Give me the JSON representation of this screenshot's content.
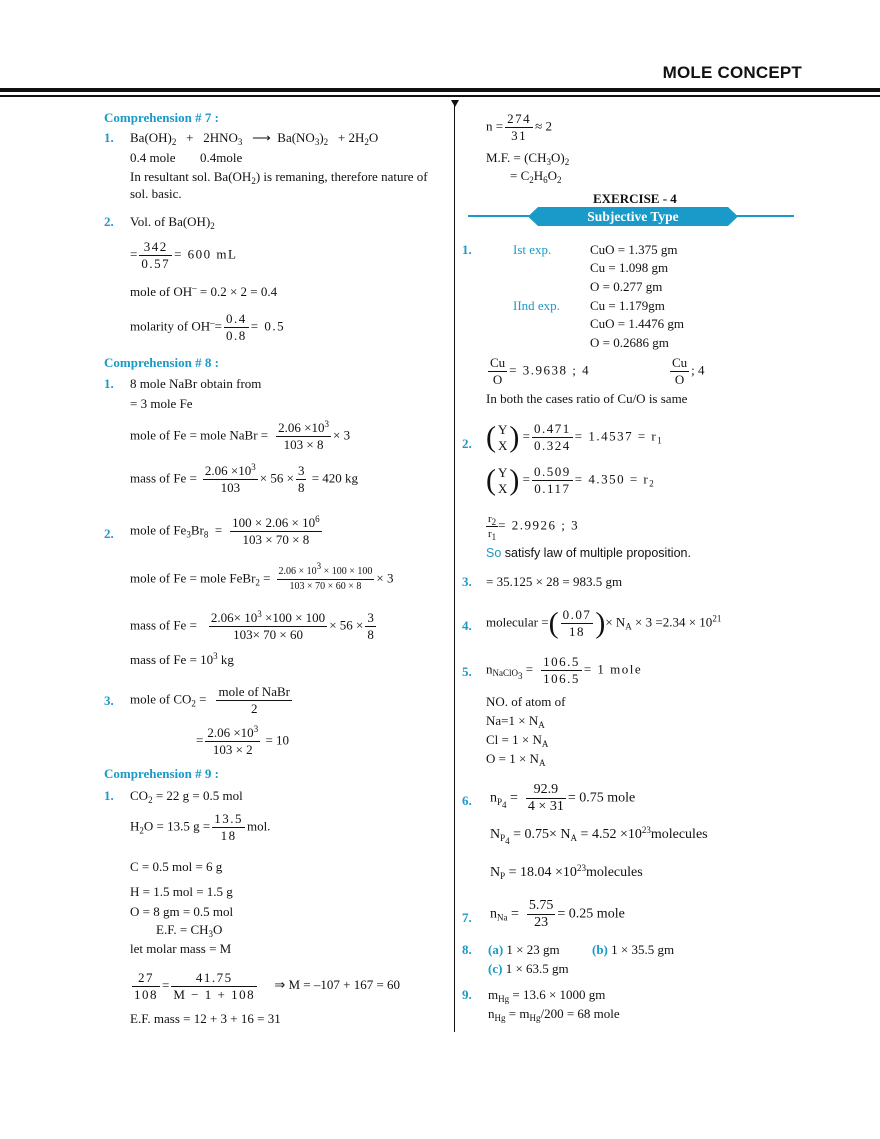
{
  "header": {
    "title": "MOLE CONCEPT"
  },
  "left": {
    "c7": {
      "heading": "Comprehension # 7 :",
      "q1": {
        "num": "1.",
        "molesA": "0.4 mole",
        "molesB": "0.4mole",
        "text1": "In resultant sol. Ba(OH",
        "text2": ") is remaning, therefore nature of",
        "text3": "sol.  basic."
      },
      "q2": {
        "num": "2.",
        "label": "Vol. of Ba(OH)",
        "n": "342",
        "d": "0.57",
        "res": "= 600 mL",
        "ohLine": "= 0.2 × 2 = 0.4",
        "molarity": "molarity of OH",
        "mn": "0.4",
        "md": "0.8",
        "mres": "= 0.5"
      }
    },
    "c8": {
      "heading": "Comprehension # 8 :",
      "q1": {
        "num": "1.",
        "l1": "8 mole NaBr  obtain from",
        "l2": "= 3 mole Fe",
        "feLabel": "mole of Fe = mole NaBr =",
        "massLabel": "mass of Fe =",
        "massRes": "= 420 kg"
      },
      "q2": {
        "num": "2.",
        "last": "mass of Fe = 10",
        "lastUnit": " kg"
      },
      "q3": {
        "num": "3.",
        "label": "mole of CO",
        "n": "mole of NaBr",
        "d": "2",
        "res": "= 10"
      }
    },
    "c9": {
      "heading": "Comprehension # 9 :",
      "q1": {
        "num": "1.",
        "co2": "= 22 g = 0.5 mol",
        "h2o": "= 13.5 g =",
        "n": "13.5",
        "d": "18",
        "unit": "mol.",
        "c": "C = 0.5 mol = 6 g",
        "h": "H = 1.5 mol = 1.5 g",
        "o": "O = 8 gm = 0.5 mol",
        "ef": "E.F. = CH",
        "let": "let molar mass = M",
        "fn1": "27",
        "fd1": "108",
        "fn2": "41.75",
        "fd2": "M − 1 + 108",
        "arrowRes": "⇒  M = –107 + 167 = 60",
        "efmass": "E.F. mass = 12 + 3 + 16 = 31"
      }
    }
  },
  "right": {
    "top": {
      "nLabel": "n =",
      "n": "274",
      "d": "31",
      "approx": "≈ 2",
      "mf": "M.F. = (CH",
      "mf2": "= C"
    },
    "exercise": {
      "title": "EXERCISE - 4",
      "banner": "Subjective Type"
    },
    "q1": {
      "num": "1.",
      "exp1": "Ist exp.",
      "exp2": "IInd exp.",
      "a1": "CuO = 1.375 gm",
      "a2": "Cu = 1.098 gm",
      "a3": "O = 0.277 gm",
      "b1": "Cu = 1.179gm",
      "b2": "CuO = 1.4476 gm",
      "b3": "O = 0.2686 gm",
      "cu": "Cu",
      "o": "O",
      "ratio1": "= 3.9638 ;  4",
      "ratio2": ";  4",
      "concl": "In both the cases ratio of Cu/O is same"
    },
    "q2": {
      "num": "2.",
      "n1": "0.471",
      "d1": "0.324",
      "res1": "= 1.4537 = r",
      "n2": "0.509",
      "d2": "0.117",
      "res2": "= 4.350 = r",
      "rres": "= 2.9926  ;  3",
      "so": "So",
      "concl": " satisfy law of multiple proposition."
    },
    "q3": {
      "num": "3.",
      "text": "= 35.125 × 28 = 983.5 gm"
    },
    "q4": {
      "num": "4.",
      "label": "molecular =",
      "n": "0.07",
      "d": "18",
      "res": "=2.34 × 10"
    },
    "q5": {
      "num": "5.",
      "n": "106.5",
      "d": "106.5",
      "res": "= 1 mole",
      "atoms": "NO. of atom of",
      "na": "Na=1 × N",
      "cl": "Cl = 1 × N",
      "o": "O = 1 × N"
    },
    "q6": {
      "num": "6.",
      "n": "92.9",
      "d": "4 × 31",
      "res": "= 0.75 mole",
      "l2": "= 0.75× N",
      "l2b": "= 4.52 ×10",
      "mol": "molecules",
      "l3": "= 18.04 ×10"
    },
    "q7": {
      "num": "7.",
      "n": "5.75",
      "d": "23",
      "res": "= 0.25 mole"
    },
    "q8": {
      "num": "8.",
      "a": "(a)",
      "aText": " 1 × 23 gm",
      "b": "(b)",
      "bText": " 1 × 35.5 gm",
      "c": "(c)",
      "cText": " 1 × 63.5 gm"
    },
    "q9": {
      "num": "9.",
      "l1": "= 13.6 × 1000 gm",
      "l2": "/200 = 68 mole"
    }
  }
}
